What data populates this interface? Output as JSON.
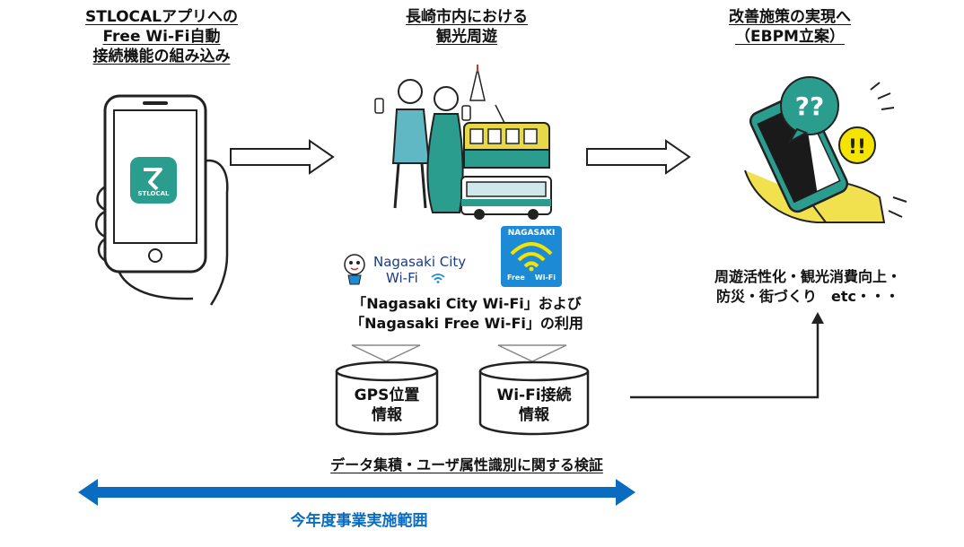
{
  "col1": {
    "title_lines": [
      "STLOCALアプリへの",
      "Free Wi-Fi自動",
      "接続機能の組み込み"
    ],
    "app_label": "STLOCAL"
  },
  "col2": {
    "title_lines": [
      "長崎市内における",
      "観光周遊"
    ],
    "logo_city_name": "Nagasaki City",
    "logo_city_wifi": "Wi-Fi",
    "logo_free_top": "NAGASAKI",
    "logo_free_bottom": "Free    Wi-Fi",
    "usage_lines": [
      "「Nagasaki City Wi-Fi」および",
      "「Nagasaki Free Wi-Fi」の利用"
    ],
    "db_gps_lines": [
      "GPS位置",
      "情報"
    ],
    "db_wifi_lines": [
      "Wi-Fi接続",
      "情報"
    ],
    "verification_label": "データ集積・ユーザ属性識別に関する検証"
  },
  "col3": {
    "title_lines": [
      "改善施策の実現へ",
      "（EBPM立案）"
    ],
    "result_lines": [
      "周遊活性化・観光消費向上・",
      "防災・街づくり　etc・・・"
    ]
  },
  "scope_label": "今年度事業実施範囲",
  "colors": {
    "accent_blue": "#0a6cc0",
    "teal": "#2a9d8f",
    "logo_bg": "#1d8ad6",
    "logo_wifi": "#f5e400"
  }
}
